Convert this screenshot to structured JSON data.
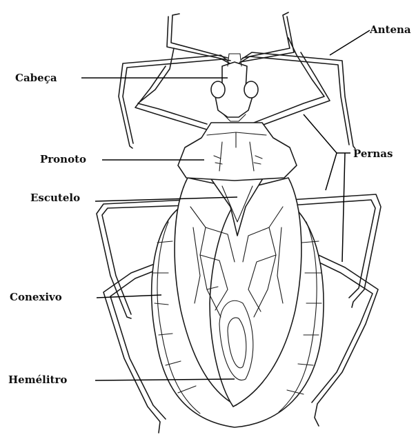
{
  "figure": {
    "labels": {
      "head": "Cabeça",
      "antenna": "Antena",
      "pronotum": "Pronoto",
      "legs": "Pernas",
      "scutellum": "Escutelo",
      "connexivum": "Conexivo",
      "hemelytron": "Hemélitro"
    }
  },
  "colors": {
    "ink": "#1a1a1a",
    "background": "#ffffff"
  }
}
